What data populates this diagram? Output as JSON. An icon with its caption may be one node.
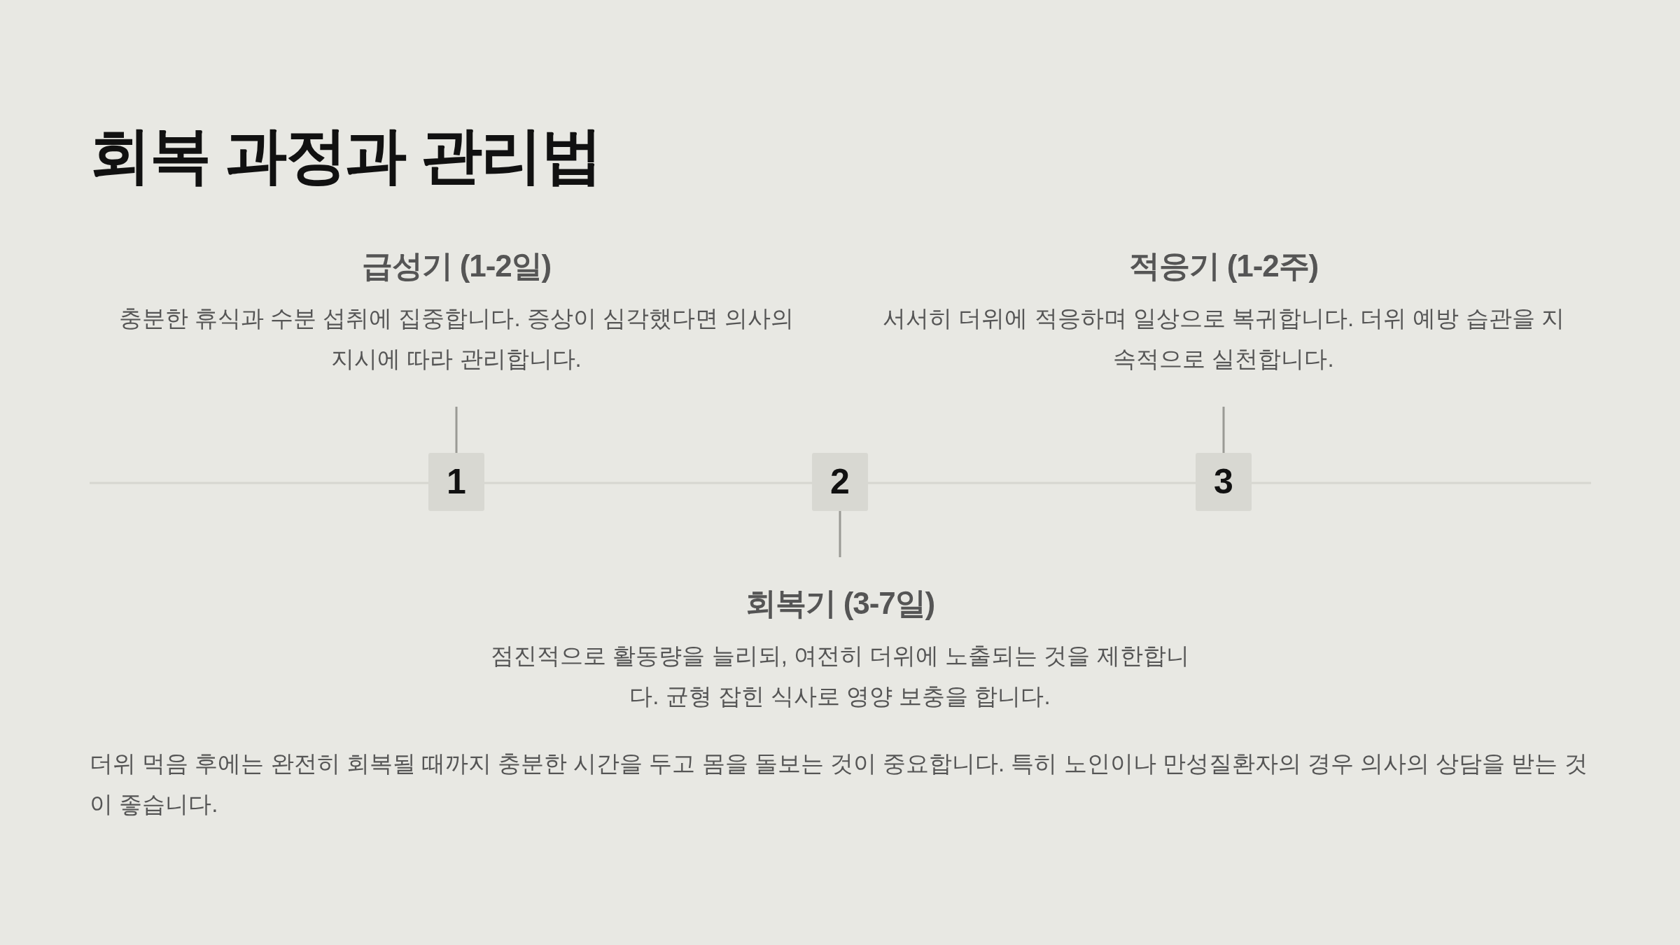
{
  "diagram": {
    "title": "회복 과정과 관리법",
    "nodes": [
      {
        "text": [
          "급성기 (1-2일)",
          "충분한 휴식과 수분 섭취에 집중합니다. 증상이 심각했다면 의사의 지시에 따라 관리합니다."
        ]
      },
      {
        "text": [
          "적응기 (1-2주)",
          "서서히 더위에 적응하며 일상으로 복귀합니다. 더위 예방 습관을 지속적으로 실천합니다."
        ]
      },
      {
        "text": [
          "1"
        ]
      },
      {
        "text": [
          "2"
        ]
      },
      {
        "text": [
          "3"
        ]
      },
      {
        "text": [
          "회복기 (3-7일)",
          "점진적으로 활동량을 늘리되, 여전히 더위에 노출되는 것을 제한합니다. 균형 잡힌 식사로 영양 보충을 합니다."
        ]
      }
    ],
    "edges": [
      {
        "from": 0,
        "to": 2,
        "arrow": "none"
      },
      {
        "from": 1,
        "to": 4,
        "arrow": "none"
      },
      {
        "from": 3,
        "to": 5,
        "arrow": "none"
      }
    ],
    "labels": [
      "더위 먹음 후에는 완전히 회복될 때까지 충분한 시간을 두고 몸을 돌보는 것이 중요합니다. 특히 노인이나 만성질환자의 경우 의사의 상담을 받는 것이 좋습니다."
    ]
  }
}
